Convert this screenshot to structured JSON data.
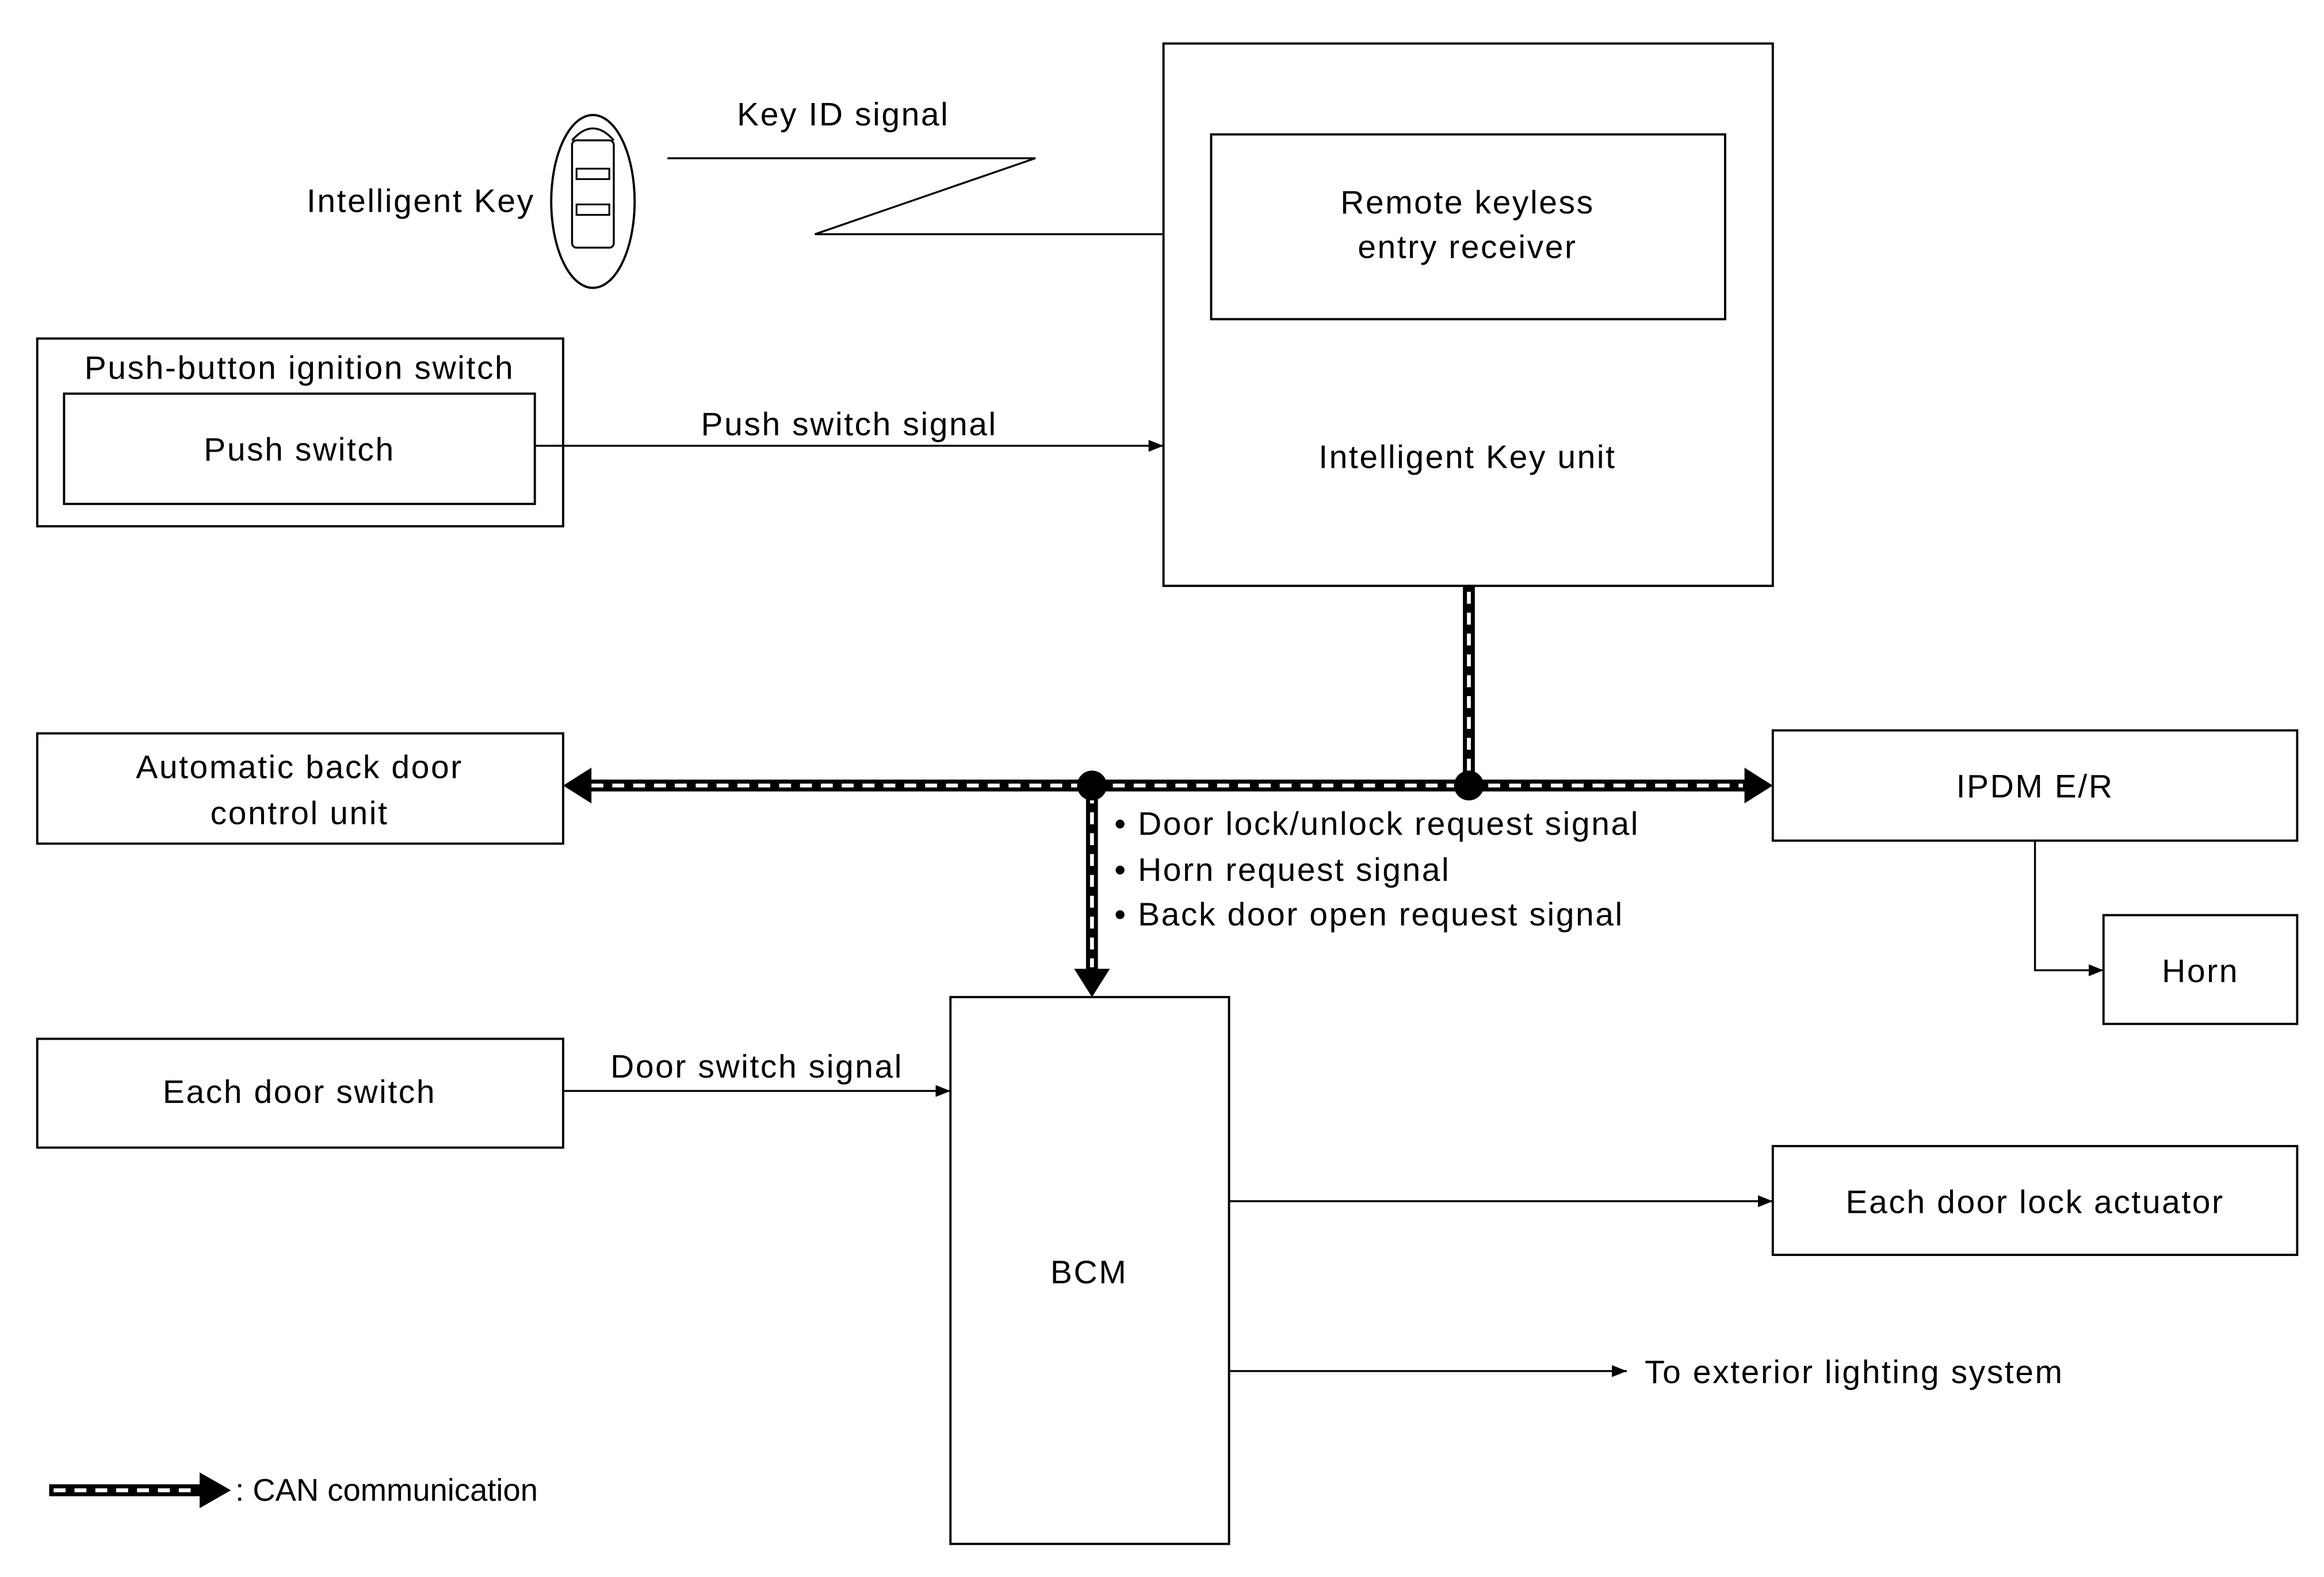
{
  "blocks": {
    "intelligent_key_label": "Intelligent Key",
    "rke_receiver": [
      "Remote keyless",
      "entry receiver"
    ],
    "intelligent_key_unit": "Intelligent Key unit",
    "push_button_ignition_switch": "Push-button ignition switch",
    "push_switch": "Push switch",
    "auto_back_door": [
      "Automatic back door",
      "control unit"
    ],
    "ipdm": "IPDM E/R",
    "horn": "Horn",
    "each_door_switch": "Each door switch",
    "bcm": "BCM",
    "each_door_lock_actuator": "Each door lock actuator"
  },
  "signals": {
    "key_id": "Key ID signal",
    "push_switch": "Push switch signal",
    "door_switch": "Door switch signal",
    "exterior_lighting": "To exterior lighting system",
    "can_bullets": [
      "• Door lock/unlock request signal",
      "• Horn request signal",
      "• Back door open request signal"
    ]
  },
  "legend": {
    "can": ": CAN communication"
  },
  "colors": {
    "line": "#000000",
    "background": "#ffffff"
  }
}
